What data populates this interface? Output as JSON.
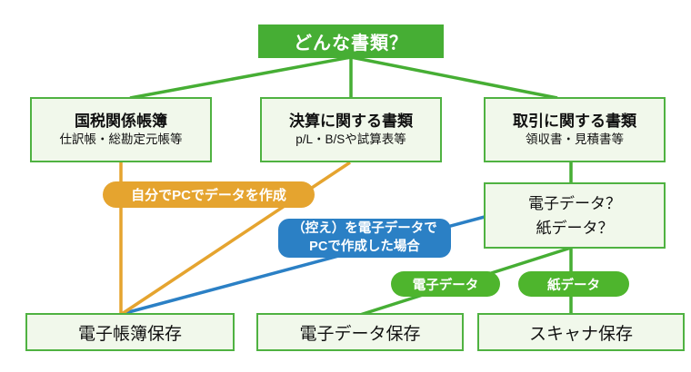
{
  "diagram": {
    "root_label": "どんな書類？",
    "doc_types": [
      {
        "title": "国税関係帳簿",
        "subtitle": "仕訳帳・総勘定元帳等"
      },
      {
        "title": "決算に関する書類",
        "subtitle": "p/L・B/Sや試算表等"
      },
      {
        "title": "取引に関する書類",
        "subtitle": "領収書・見積書等"
      }
    ],
    "decision_node": {
      "line1": "電子データ？",
      "line2": "紙データ？"
    },
    "edge_labels": {
      "self_pc": "自分でPCでデータを作成",
      "copy_line1": "（控え）を電子データで",
      "copy_line2": "PCで作成した場合",
      "electronic": "電子データ",
      "paper": "紙データ"
    },
    "storage_methods": [
      {
        "label": "電子帳簿保存"
      },
      {
        "label": "電子データ保存"
      },
      {
        "label": "スキャナ保存"
      }
    ],
    "colors": {
      "green": "#46ae34",
      "green_border": "#4fb241",
      "node_fill": "#f1f8eb",
      "orange": "#e5a42f",
      "blue": "#2b80c5",
      "text": "#111111",
      "background": "#ffffff"
    }
  }
}
